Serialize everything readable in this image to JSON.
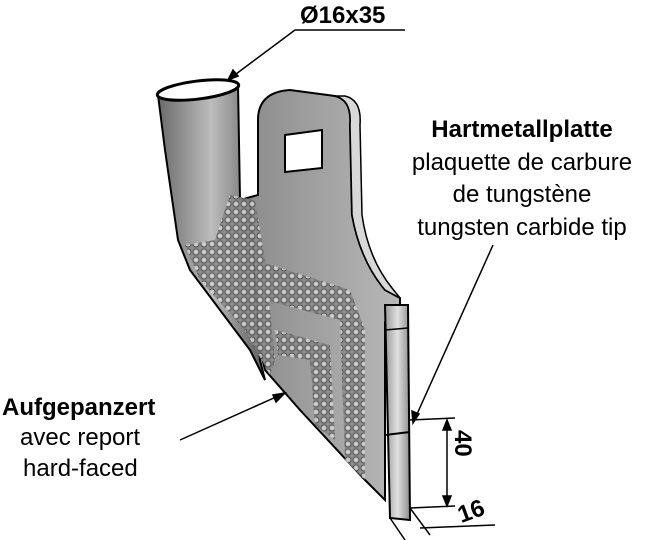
{
  "labels": {
    "tube_dimension": "Ø16x35",
    "tip": {
      "de": "Hartmetallplatte",
      "fr_line1": "plaquette de carbure",
      "fr_line2": "de tungstène",
      "en": "tungsten carbide tip"
    },
    "hardfacing": {
      "de": "Aufgepanzert",
      "fr": "avec report",
      "en": "hard-faced"
    },
    "dim_height": "40",
    "dim_width": "16"
  }
}
